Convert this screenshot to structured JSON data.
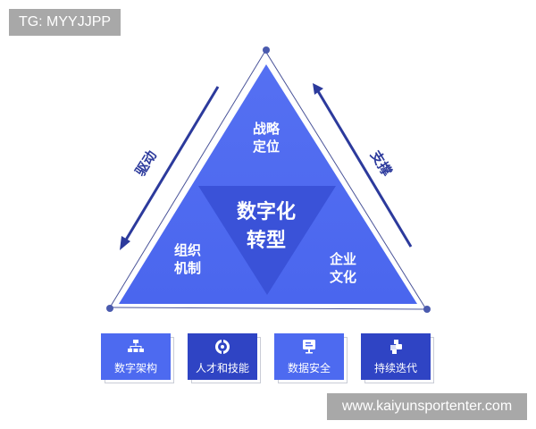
{
  "watermarks": {
    "top": "TG: MYYJJPP",
    "bottom": "www.kaiyunsportenter.com"
  },
  "colors": {
    "triangle_fill": "#4d6af0",
    "inner_triangle_fill": "#3a52d8",
    "arrow_color": "#2c3a9c",
    "card_light": "#4d6af0",
    "card_dark": "#2f44c4",
    "outline": "#4a5499"
  },
  "triangle": {
    "top_label_line1": "战略",
    "top_label_line2": "定位",
    "left_label_line1": "组织",
    "left_label_line2": "机制",
    "right_label_line1": "企业",
    "right_label_line2": "文化",
    "center_label_line1": "数字化",
    "center_label_line2": "转型"
  },
  "arrows": {
    "left_label": "驱动",
    "left_direction": "down",
    "right_label": "支撑",
    "right_direction": "up"
  },
  "cards": [
    {
      "label": "数字架构",
      "icon": "org-chart-icon",
      "style": "light"
    },
    {
      "label": "人才和技能",
      "icon": "target-ring-icon",
      "style": "dark"
    },
    {
      "label": "数据安全",
      "icon": "monitor-icon",
      "style": "light"
    },
    {
      "label": "持续迭代",
      "icon": "blocks-icon",
      "style": "dark"
    }
  ]
}
